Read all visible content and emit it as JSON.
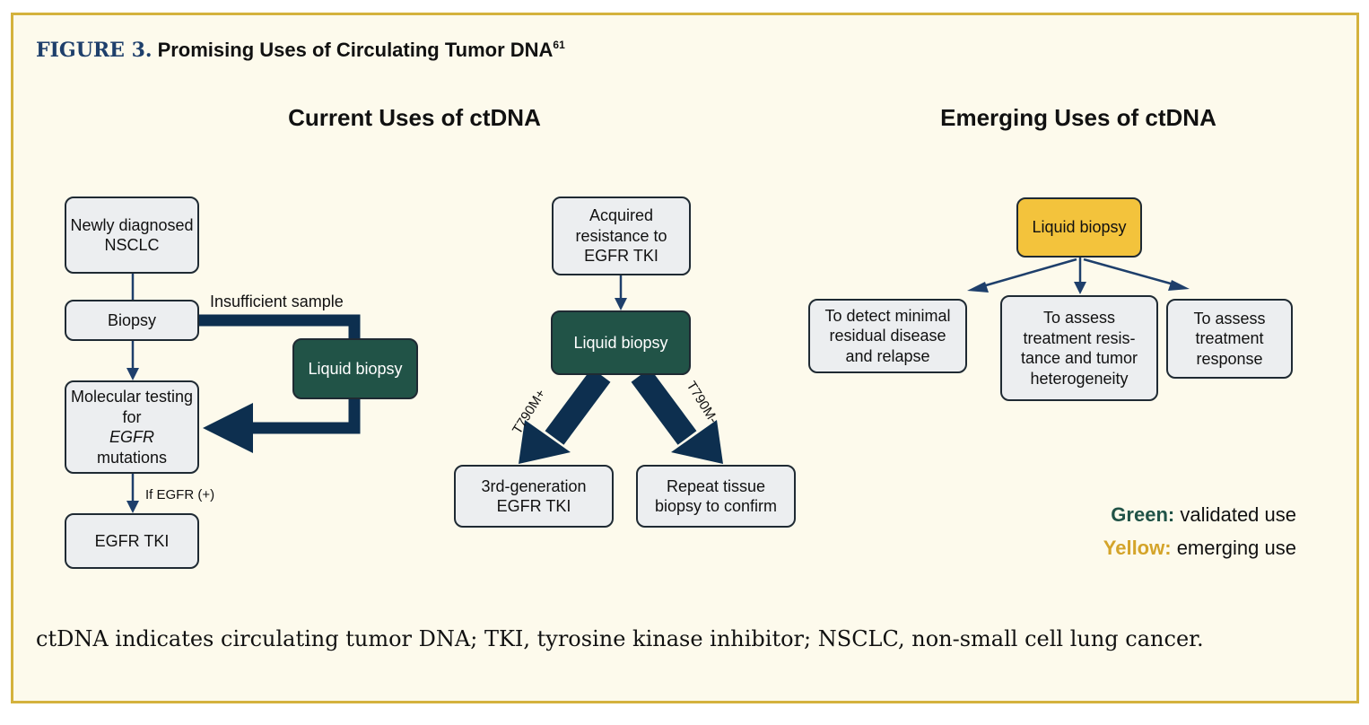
{
  "figure": {
    "label": "FIGURE 3.",
    "title": "Promising Uses of Circulating Tumor DNA",
    "superscript": "61"
  },
  "sections": {
    "current": "Current Uses of ctDNA",
    "emerging": "Emerging Uses of ctDNA"
  },
  "flow1": {
    "newly_diagnosed": "Newly diagnosed NSCLC",
    "biopsy": "Biopsy",
    "insufficient_sample": "Insufficient sample",
    "liquid_biopsy": "Liquid biopsy",
    "molecular_testing_pre": "Molecular testing for",
    "molecular_testing_gene": "EGFR",
    "molecular_testing_post": "mutations",
    "if_egfr": "If EGFR (+)",
    "egfr_tki": "EGFR TKI"
  },
  "flow2": {
    "acquired_resistance": "Acquired resistance to EGFR TKI",
    "liquid_biopsy": "Liquid biopsy",
    "t790m_pos": "T790M+",
    "t790m_neg": "T790M-",
    "third_gen": "3rd-generation EGFR TKI",
    "repeat_tissue": "Repeat tissue biopsy to confirm"
  },
  "flow3": {
    "liquid_biopsy": "Liquid biopsy",
    "minimal_residual": "To detect minimal residual disease and relapse",
    "treatment_resistance": "To assess treatment resis- tance and tumor heterogeneity",
    "treatment_response": "To assess treatment response"
  },
  "legend": {
    "green_key": "Green:",
    "green_value": "validated use",
    "yellow_key": "Yellow:",
    "yellow_value": "emerging use"
  },
  "caption": "ctDNA indicates circulating tumor DNA; TKI, tyrosine kinase inhibitor; NSCLC, non-small cell lung cancer.",
  "colors": {
    "validated_green": "#215347",
    "emerging_yellow": "#f3c33c",
    "arrow_navy": "#0d2f4f",
    "frame_gold": "#d4b23d",
    "title_blue": "#1e3f6b"
  }
}
